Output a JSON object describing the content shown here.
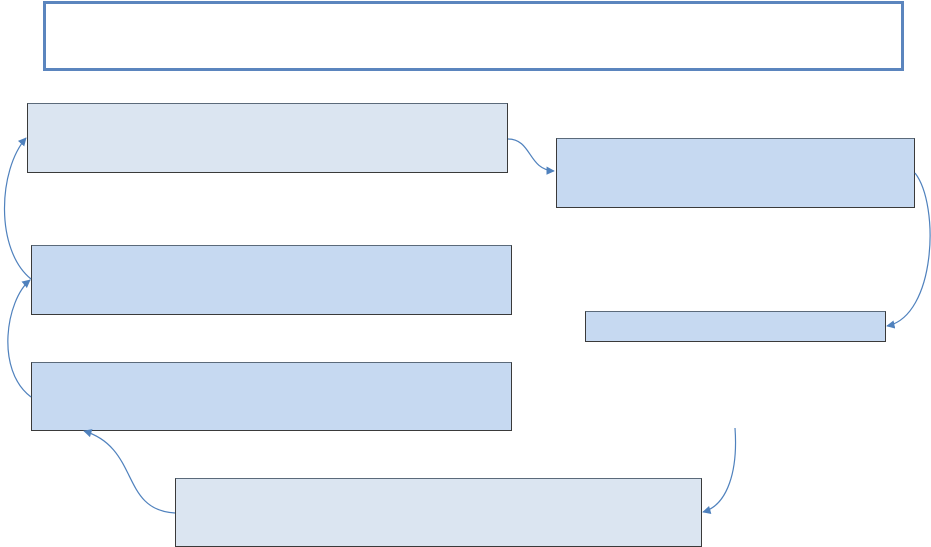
{
  "diagram": {
    "title": "",
    "boxes": [
      {
        "id": "box-a",
        "label": ""
      },
      {
        "id": "box-b",
        "label": ""
      },
      {
        "id": "box-c",
        "label": ""
      },
      {
        "id": "box-d",
        "label": ""
      },
      {
        "id": "box-e",
        "label": ""
      },
      {
        "id": "box-f",
        "label": ""
      }
    ],
    "colors": {
      "title_border": "#5b85be",
      "box_light_fill": "#dbe5f1",
      "box_mid_fill": "#c6d9f1",
      "arrow": "#4f81bd"
    }
  }
}
